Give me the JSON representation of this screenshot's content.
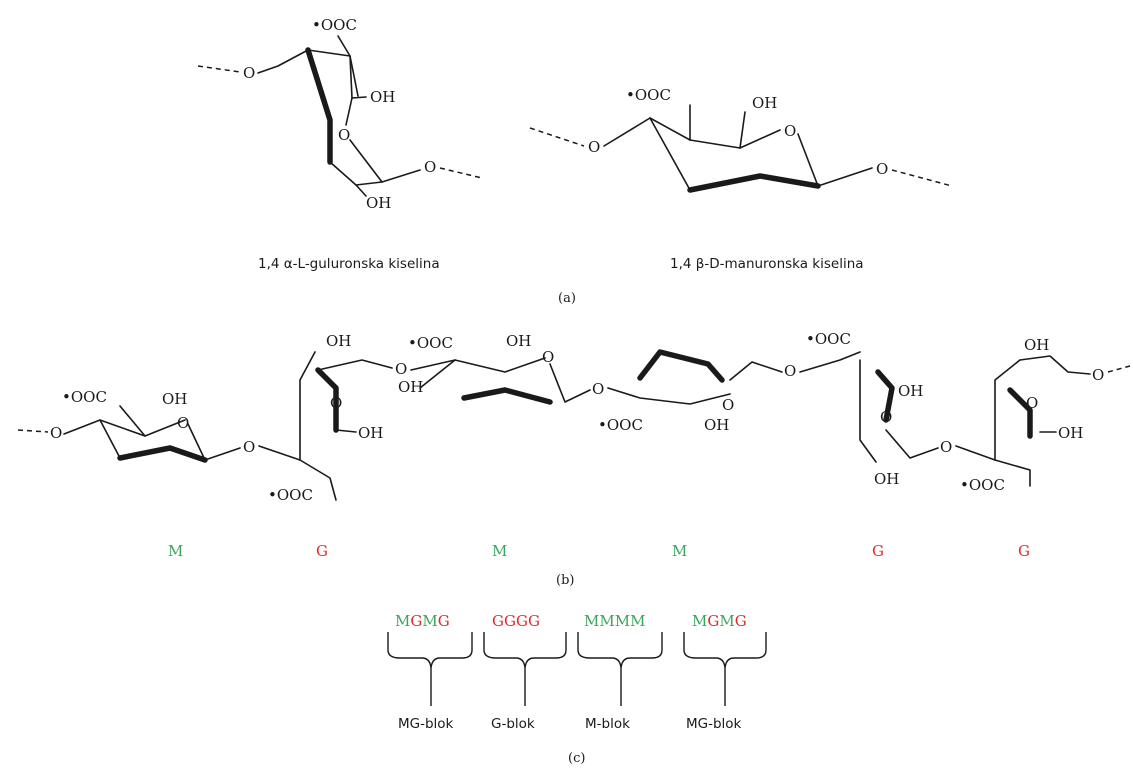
{
  "colors": {
    "M": "#3aa55a",
    "G": "#e02a2a",
    "ink": "#1a1a1a"
  },
  "labels": {
    "coo": "OOC",
    "oh": "OH",
    "o": "O"
  },
  "panel_a": {
    "guluronic_caption": "1,4 α-L-guluronska kiselina",
    "mannuronic_caption": "1,4 β-D-manuronska kiselina",
    "tag": "(a)"
  },
  "panel_b": {
    "units": [
      "M",
      "G",
      "M",
      "M",
      "G",
      "G"
    ],
    "tag": "(b)"
  },
  "panel_c": {
    "sequences": [
      {
        "letters": [
          "M",
          "G",
          "M",
          "G"
        ],
        "label": "MG-blok"
      },
      {
        "letters": [
          "G",
          "G",
          "G",
          "G"
        ],
        "label": "G-blok"
      },
      {
        "letters": [
          "M",
          "M",
          "M",
          "M"
        ],
        "label": "M-blok"
      },
      {
        "letters": [
          "M",
          "G",
          "M",
          "G"
        ],
        "label": "MG-blok"
      }
    ],
    "tag": "(c)"
  }
}
